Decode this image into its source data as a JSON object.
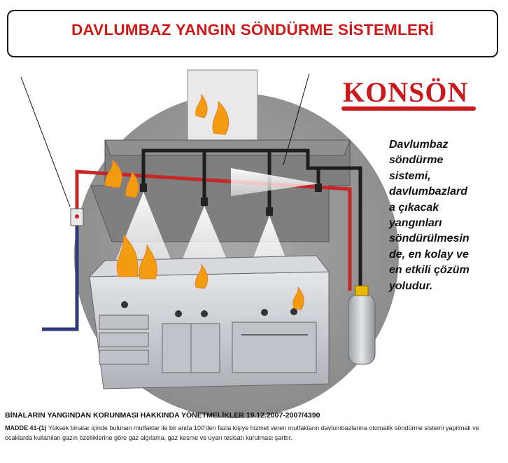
{
  "title": "DAVLUMBAZ YANGIN SÖNDÜRME SİSTEMLERİ",
  "brand": "KONSÖN",
  "description": "Davlumbaz\nsöndürme\nsistemi,\ndavlumbazlard\na çıkacak\nyangınları\nsöndürülmesin\nde, en kolay ve\nen etkili çözüm\nyoludur.",
  "regulation": {
    "title": "BİNALARIN YANGINDAN KORUNMASI HAKKINDA YÖNETMELİKLER 19.12.2007-2007/4390",
    "article_label": "MADDE 41-(1)",
    "article_text": "Yüksek binalar içinde bulunan mutfaklar ile bir anda 100'den fazla kişiye hizmet veren mutfakların davlumbazlarına otomatik söndürme sistemi yapılmalı ve ocaklarda kullanılan gazın özelliklerine göre gaz algılama, gaz kesme ve uyarı tesisatı kurulması şarttır."
  },
  "colors": {
    "title_red": "#d01818",
    "brand_red": "#c8191c",
    "pipe_red": "#c62828",
    "pipe_black": "#1e1e1e",
    "pipe_blue": "#2f3a78",
    "circle_gray": "#9a9a9a",
    "steel": "#c9ccd0",
    "flame": "#f39c12"
  }
}
